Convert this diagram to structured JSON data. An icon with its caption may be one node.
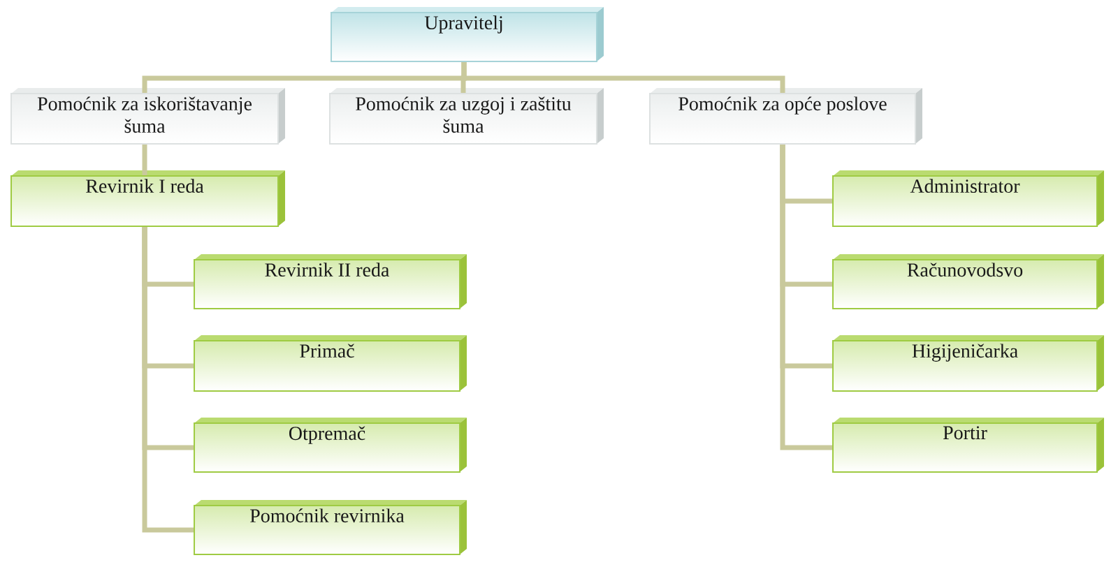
{
  "diagram": {
    "nodes": [
      {
        "text": [
          "Upravitelj"
        ]
      },
      {
        "text": [
          "Pomoćnik za iskorištavanje šuma"
        ]
      },
      {
        "text": [
          "Pomoćnik za uzgoj i zaštitu šuma"
        ]
      },
      {
        "text": [
          "Pomoćnik za opće poslove"
        ]
      },
      {
        "text": [
          "Revirnik I reda"
        ]
      },
      {
        "text": [
          "Revirnik II reda"
        ]
      },
      {
        "text": [
          "Primač"
        ]
      },
      {
        "text": [
          "Otpremač"
        ]
      },
      {
        "text": [
          "Pomoćnik revirnika"
        ]
      },
      {
        "text": [
          "Administrator"
        ]
      },
      {
        "text": [
          "Računovodsvo"
        ]
      },
      {
        "text": [
          "Higijeničarka"
        ]
      },
      {
        "text": [
          "Portir"
        ]
      }
    ],
    "edges": [
      {
        "from": 0,
        "to": 1,
        "arrow": "none"
      },
      {
        "from": 0,
        "to": 2,
        "arrow": "none"
      },
      {
        "from": 0,
        "to": 3,
        "arrow": "none"
      },
      {
        "from": 1,
        "to": 4,
        "arrow": "none"
      },
      {
        "from": 4,
        "to": 5,
        "arrow": "none"
      },
      {
        "from": 4,
        "to": 6,
        "arrow": "none"
      },
      {
        "from": 4,
        "to": 7,
        "arrow": "none"
      },
      {
        "from": 4,
        "to": 8,
        "arrow": "none"
      },
      {
        "from": 3,
        "to": 9,
        "arrow": "none"
      },
      {
        "from": 3,
        "to": 10,
        "arrow": "none"
      },
      {
        "from": 3,
        "to": 11,
        "arrow": "none"
      },
      {
        "from": 3,
        "to": 12,
        "arrow": "none"
      }
    ]
  }
}
